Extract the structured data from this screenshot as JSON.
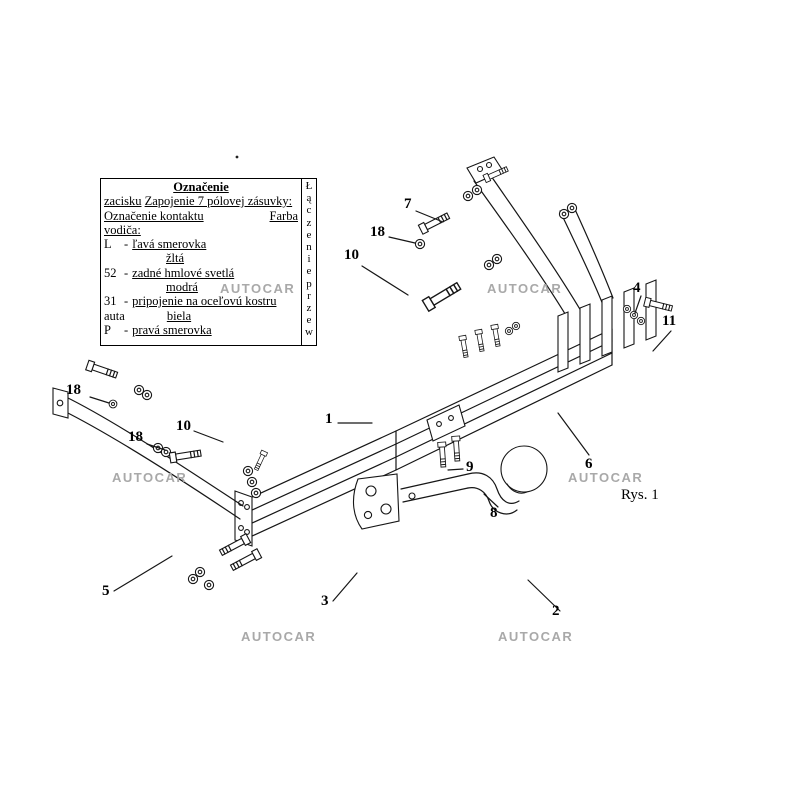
{
  "legend": {
    "title": "Označenie",
    "subtitle_left": "zacisku",
    "subtitle_right": "Zapojenie 7 pólovej zásuvky:",
    "hdr_left": "Označenie kontaktu",
    "hdr_right": "Farba",
    "hdr_right_cont": "vodiča:",
    "dash": "-",
    "rows": [
      {
        "code": "L",
        "desc": "ľavá smerovka",
        "color": "žltá"
      },
      {
        "code": "52",
        "desc": "zadné hmlové svetlá",
        "color": "modrá"
      },
      {
        "code": "31",
        "desc": "pripojenie na oceľovú kostru",
        "desc2": "auta",
        "color": "biela"
      },
      {
        "code": "P",
        "desc": "pravá smerovka"
      }
    ],
    "side_letters": [
      "Ł",
      "ą",
      "c",
      "z",
      "e",
      "n",
      "i",
      "e",
      "p",
      "r",
      "z",
      "e",
      "w"
    ]
  },
  "callouts": [
    {
      "label": "7"
    },
    {
      "label": "18"
    },
    {
      "label": "10"
    },
    {
      "label": "4"
    },
    {
      "label": "11"
    },
    {
      "label": "18"
    },
    {
      "label": "10"
    },
    {
      "label": "18"
    },
    {
      "label": "1"
    },
    {
      "label": "9"
    },
    {
      "label": "6"
    },
    {
      "label": "8"
    },
    {
      "label": "5"
    },
    {
      "label": "3"
    },
    {
      "label": "2"
    }
  ],
  "caption": "Rys. 1",
  "watermark": "AUTOCAR"
}
